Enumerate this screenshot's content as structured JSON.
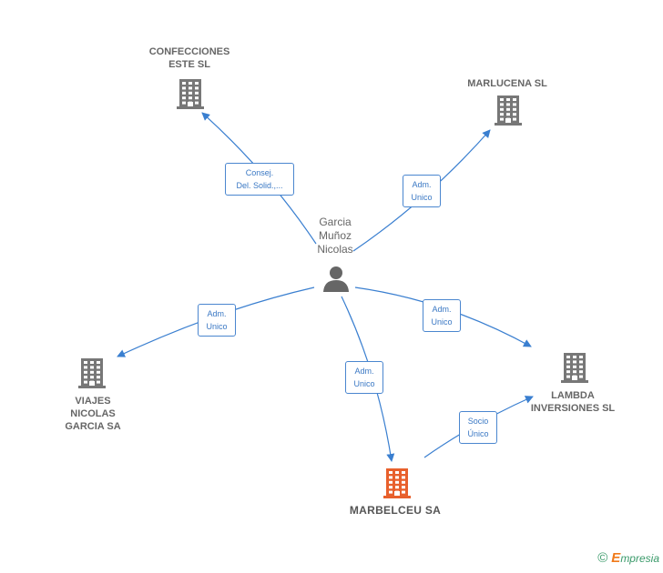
{
  "person": {
    "label": "Garcia\nMuñoz\nNicolas",
    "icon": "person-icon"
  },
  "companies": [
    {
      "id": "confecciones",
      "label": "CONFECCIONES\nESTE SL",
      "icon": "building-icon"
    },
    {
      "id": "marlucena",
      "label": "MARLUCENA SL",
      "icon": "building-icon"
    },
    {
      "id": "viajes",
      "label": "VIAJES\nNICOLAS\nGARCIA SA",
      "icon": "building-icon"
    },
    {
      "id": "lambda",
      "label": "LAMBDA\nINVERSIONES SL",
      "icon": "building-icon"
    },
    {
      "id": "marbelceu",
      "label": "MARBELCEU SA",
      "icon": "building-icon",
      "focus": true
    }
  ],
  "edges": [
    {
      "from": "person",
      "to": "confecciones",
      "label": "Consej.\nDel. Solid.,..."
    },
    {
      "from": "person",
      "to": "marlucena",
      "label": "Adm.\nUnico"
    },
    {
      "from": "person",
      "to": "viajes",
      "label": "Adm.\nUnico"
    },
    {
      "from": "person",
      "to": "lambda",
      "label": "Adm.\nUnico"
    },
    {
      "from": "person",
      "to": "marbelceu",
      "label": "Adm.\nUnico"
    },
    {
      "from": "marbelceu",
      "to": "lambda",
      "label": "Socio\nÚnico"
    }
  ],
  "colors": {
    "edge": "#3a7fd0",
    "building": "#777777",
    "focus_building": "#e8602c",
    "person": "#666666"
  },
  "brand": {
    "copyright": "©",
    "initial": "E",
    "name": "mpresia"
  }
}
